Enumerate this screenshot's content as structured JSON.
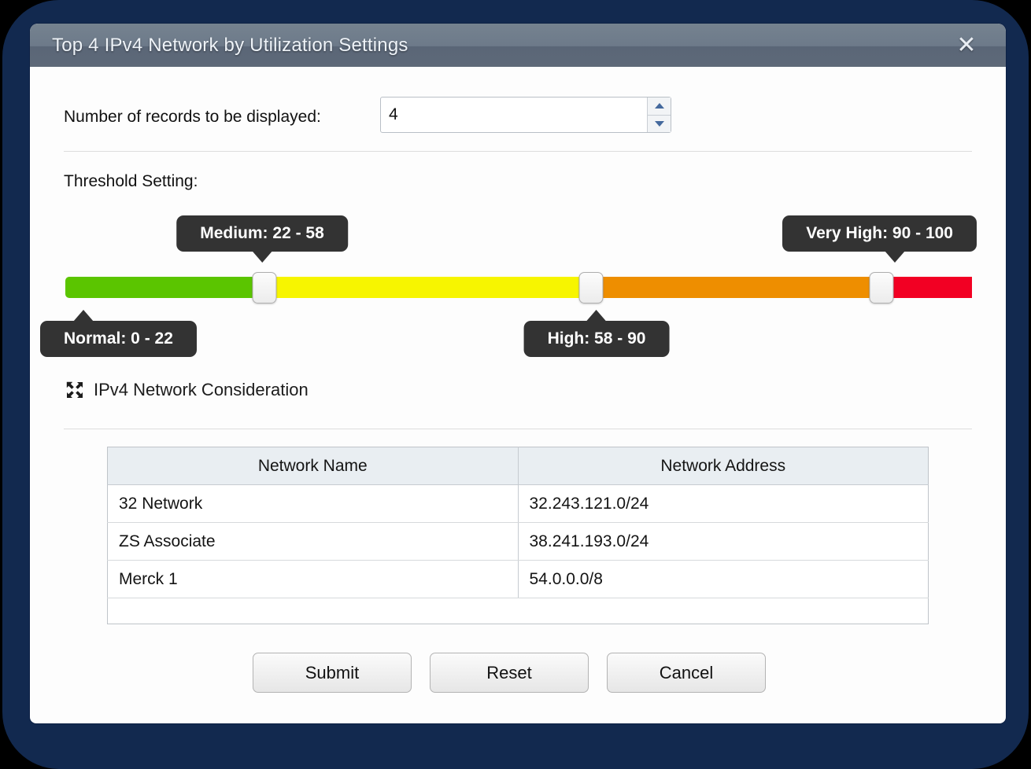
{
  "dialog": {
    "title": "Top 4 IPv4 Network by Utilization Settings",
    "close_label": "✕"
  },
  "records": {
    "label": "Number of records to be displayed:",
    "value": "4"
  },
  "threshold": {
    "label": "Threshold Setting:",
    "tooltips": {
      "medium": "Medium: 22 - 58",
      "very_high": "Very High: 90 - 100",
      "normal": "Normal: 0 - 22",
      "high": "High: 58 - 90"
    },
    "segments": [
      {
        "name": "Normal",
        "range": [
          0,
          22
        ],
        "color": "#5bc500"
      },
      {
        "name": "Medium",
        "range": [
          22,
          58
        ],
        "color": "#f7f500"
      },
      {
        "name": "High",
        "range": [
          58,
          90
        ],
        "color": "#ee8e00"
      },
      {
        "name": "Very High",
        "range": [
          90,
          100
        ],
        "color": "#f20023"
      }
    ],
    "handles": [
      22,
      58,
      90
    ]
  },
  "section": {
    "title": "IPv4 Network Consideration"
  },
  "table": {
    "headers": [
      "Network Name",
      "Network Address"
    ],
    "rows": [
      [
        "32 Network",
        "32.243.121.0/24"
      ],
      [
        "ZS Associate",
        "38.241.193.0/24"
      ],
      [
        "Merck 1",
        "54.0.0.0/8"
      ]
    ]
  },
  "buttons": {
    "submit": "Submit",
    "reset": "Reset",
    "cancel": "Cancel"
  }
}
